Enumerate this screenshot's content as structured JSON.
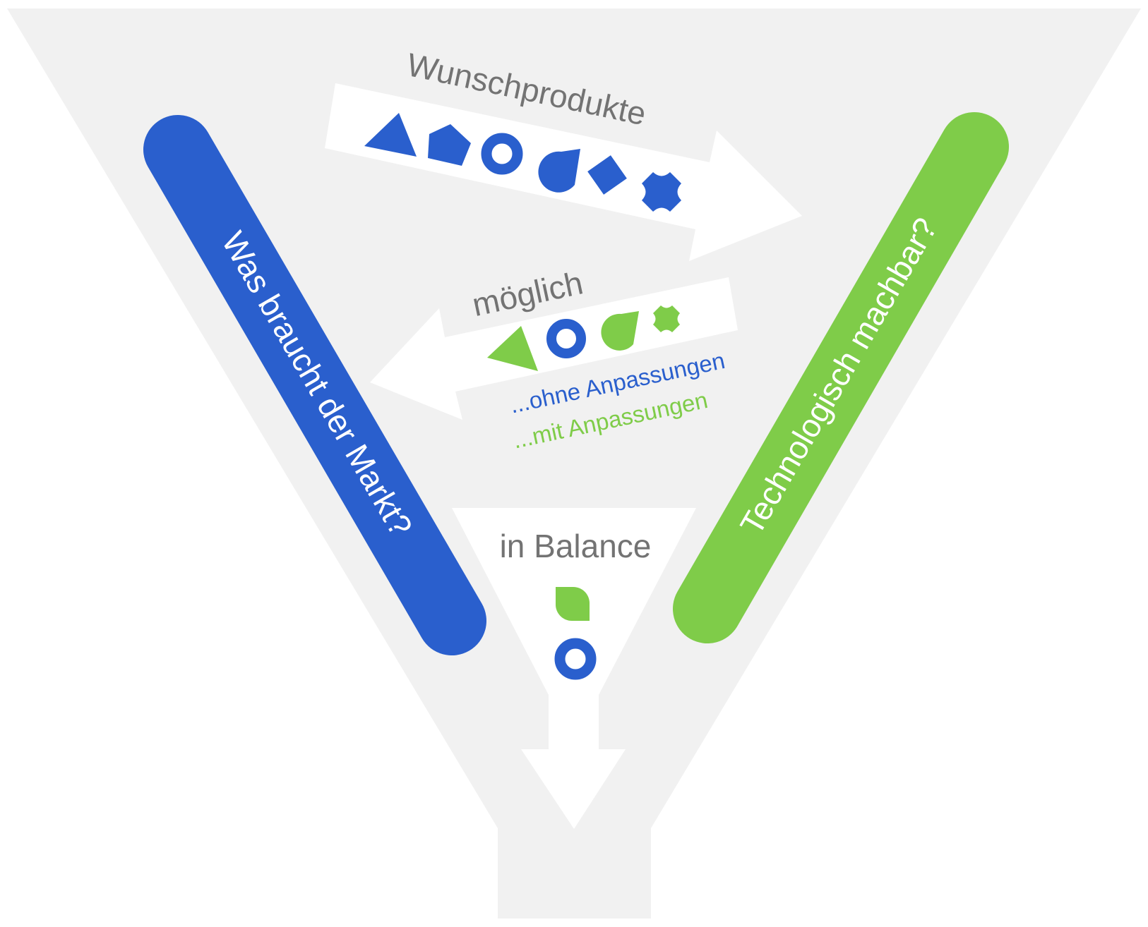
{
  "colors": {
    "funnel": "#f1f1f1",
    "blue": "#2a5fcd",
    "green": "#7fcc49",
    "gray_text": "#737373",
    "white": "#ffffff"
  },
  "labels": {
    "market_question": "Was braucht der Markt?",
    "tech_question": "Technologisch machbar?",
    "wish_products": "Wunschprodukte",
    "possible": "möglich",
    "without_adjustments": "...ohne Anpassungen",
    "with_adjustments": "...mit Anpassungen",
    "in_balance": "in Balance"
  },
  "shapes": {
    "wish_products": [
      "triangle-icon",
      "pentagon-icon",
      "ring-icon",
      "leaf-icon",
      "diamond-icon",
      "star-icon"
    ],
    "possible": [
      "triangle-icon",
      "ring-icon",
      "leaf-icon",
      "star-icon"
    ],
    "in_balance": [
      "leaf-icon",
      "ring-icon"
    ]
  }
}
